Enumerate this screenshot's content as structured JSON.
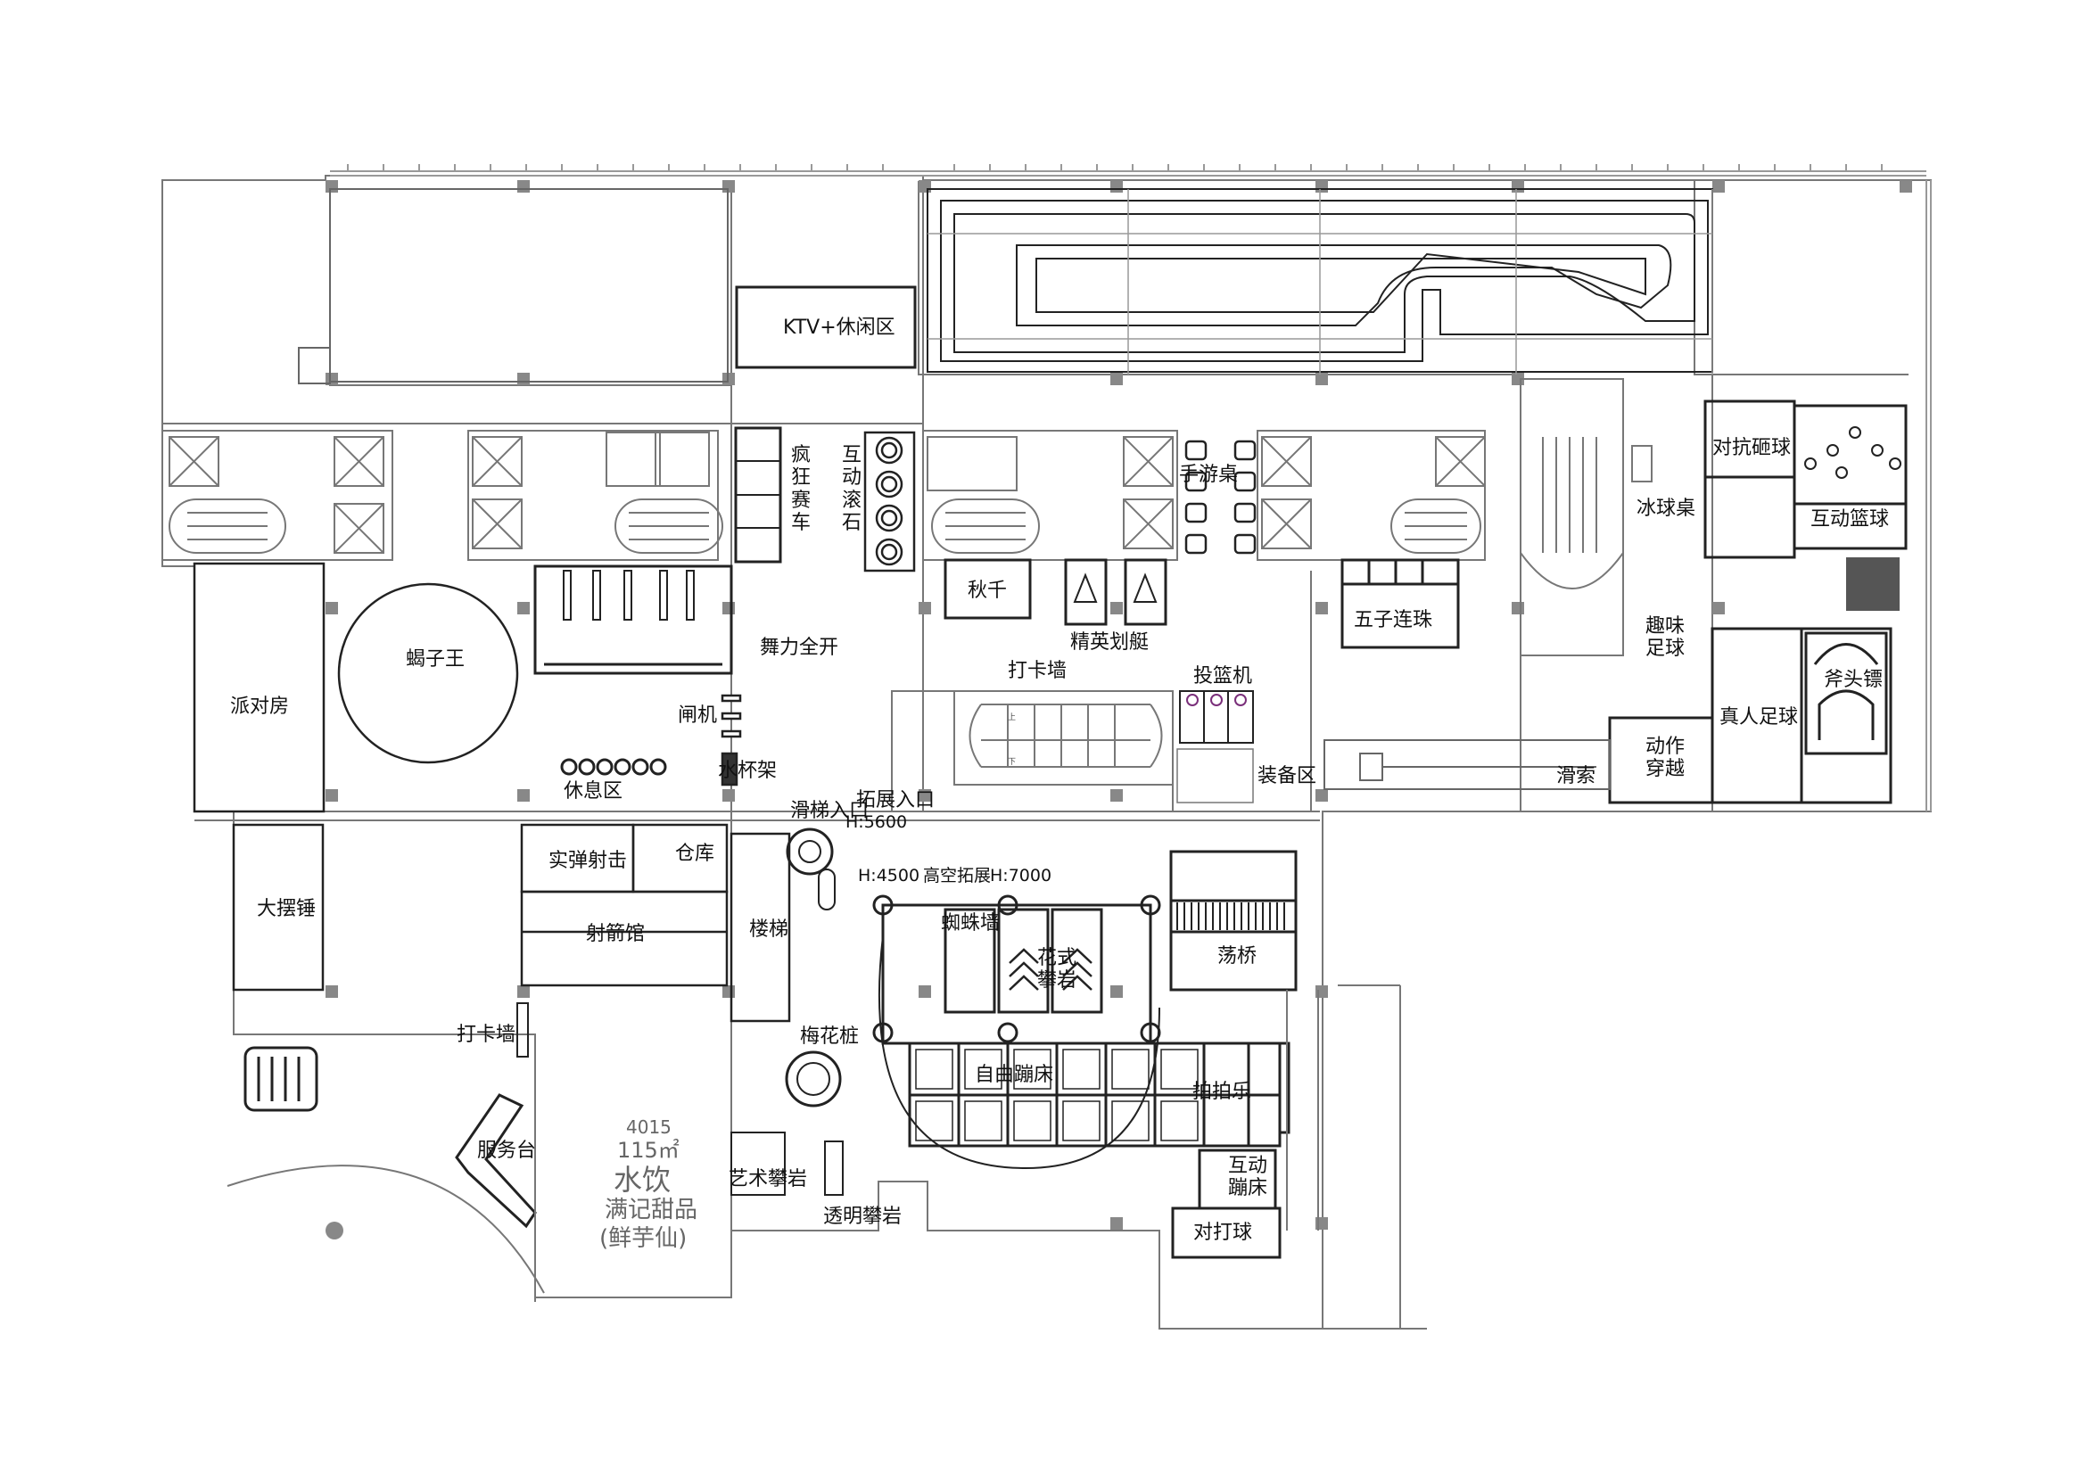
{
  "labels": {
    "ktv": "KTV+休闲区",
    "crazy_racing": "疯狂赛车",
    "interactive_rolling_stone": "互动滚石",
    "handheld_game": "手游桌",
    "ice_hockey_table": "冰球桌",
    "confront_smash": "对抗砸球",
    "interactive_basketball": "互动篮球",
    "scorpion_king": "蝎子王",
    "dance_power": "舞力全开",
    "party_room": "派对房",
    "swing": "秋千",
    "elite_rowing": "精英划艇",
    "gomoku": "五子连珠",
    "fun_football": "趣味足球",
    "checkin_wall_upper": "打卡墙",
    "basketball_machine": "投篮机",
    "gate": "闸机",
    "cup_rack": "水杯架",
    "rest_area": "休息区",
    "equipment_area": "装备区",
    "zipline": "滑索",
    "action_cross": "动作穿越",
    "human_football": "真人足球",
    "axe_throw": "斧头镖",
    "slide_entry": "滑梯入口",
    "h5600": "H:5600",
    "expansion_entry": "拓展入口",
    "h4500": "H:4500",
    "sky_expansion": "高空拓展",
    "h7000": "H:7000",
    "live_shooting": "实弹射击",
    "warehouse": "仓库",
    "big_pendulum": "大摆锤",
    "archery": "射箭馆",
    "stairs": "楼梯",
    "spider_wall": "蜘蛛墙",
    "fancy_climbing": "花式攀岩",
    "swing_bridge": "荡桥",
    "checkin_wall_lower": "打卡墙",
    "plum_pile": "梅花桩",
    "free_trampoline": "自由蹦床",
    "paikule": "拍拍乐",
    "interactive_trampoline": "互动蹦床",
    "dodgeball": "对打球",
    "service_desk": "服务台",
    "art_climbing": "艺术攀岩",
    "transparent_climbing": "透明攀岩",
    "shop_no": "4015",
    "shop_area": "115㎡",
    "shop_type": "水饮",
    "shop_brand": "满记甜品",
    "shop_brand2": "(鲜芋仙)",
    "stair_up": "上",
    "stair_down": "下"
  },
  "colors": {
    "line": "#777777",
    "dark": "#222222",
    "column": "#888888",
    "purple": "#7a2f7a"
  }
}
